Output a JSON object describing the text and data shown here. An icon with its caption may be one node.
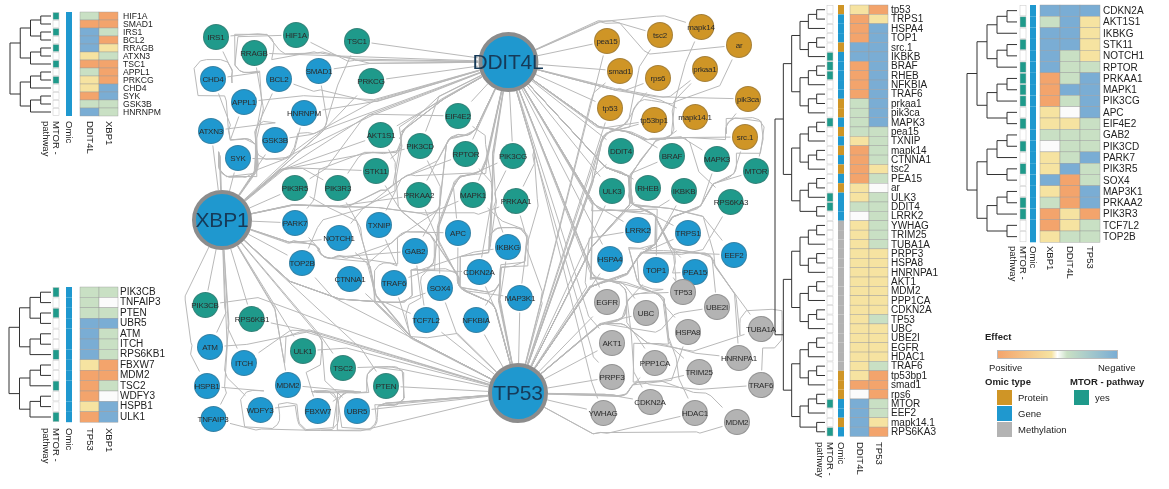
{
  "diagram": {
    "nodes": [
      {
        "text": [
          "IRS1"
        ]
      },
      {
        "text": [
          "HIF1A"
        ]
      },
      {
        "text": [
          "TSC1"
        ]
      },
      {
        "text": [
          "RRAGB"
        ]
      },
      {
        "text": [
          "CHD4"
        ]
      },
      {
        "text": [
          "BCL2"
        ]
      },
      {
        "text": [
          "SMAD1"
        ]
      },
      {
        "text": [
          "PRKCG"
        ]
      },
      {
        "text": [
          "APPL1"
        ]
      },
      {
        "text": [
          "HNRNPM"
        ]
      },
      {
        "text": [
          "ATXN3"
        ]
      },
      {
        "text": [
          "GSK3B"
        ]
      },
      {
        "text": [
          "SYK"
        ]
      },
      {
        "text": [
          "XBP1"
        ]
      },
      {
        "text": [
          "AKT1S1"
        ]
      },
      {
        "text": [
          "EIF4E2"
        ]
      },
      {
        "text": [
          "PIK3CD"
        ]
      },
      {
        "text": [
          "RPTOR"
        ]
      },
      {
        "text": [
          "PIK3CG"
        ]
      },
      {
        "text": [
          "STK11"
        ]
      },
      {
        "text": [
          "PIK3R5"
        ]
      },
      {
        "text": [
          "PIK3R3"
        ]
      },
      {
        "text": [
          "PRKAA2"
        ]
      },
      {
        "text": [
          "MAPK1"
        ]
      },
      {
        "text": [
          "PRKAA1"
        ]
      },
      {
        "text": [
          "PARK7"
        ]
      },
      {
        "text": [
          "NOTCH1"
        ]
      },
      {
        "text": [
          "TXNIP"
        ]
      },
      {
        "text": [
          "APC"
        ]
      },
      {
        "text": [
          "IKBKG"
        ]
      },
      {
        "text": [
          "GAB2"
        ]
      },
      {
        "text": [
          "TOP2B"
        ]
      },
      {
        "text": [
          "CTNNA1"
        ]
      },
      {
        "text": [
          "TRAF6"
        ]
      },
      {
        "text": [
          "SOX4"
        ]
      },
      {
        "text": [
          "CDKN2A"
        ]
      },
      {
        "text": [
          "TCF7L2"
        ]
      },
      {
        "text": [
          "NFKBIA"
        ]
      },
      {
        "text": [
          "MAP3K1"
        ]
      },
      {
        "text": [
          "PIK3CB"
        ]
      },
      {
        "text": [
          "RPS6KB1"
        ]
      },
      {
        "text": [
          "ATM"
        ]
      },
      {
        "text": [
          "ITCH"
        ]
      },
      {
        "text": [
          "ULK1"
        ]
      },
      {
        "text": [
          "TSC2"
        ]
      },
      {
        "text": [
          "HSPB1"
        ]
      },
      {
        "text": [
          "MDM2"
        ]
      },
      {
        "text": [
          "PTEN"
        ]
      },
      {
        "text": [
          "TNFAIP3"
        ]
      },
      {
        "text": [
          "WDFY3"
        ]
      },
      {
        "text": [
          "FBXW7"
        ]
      },
      {
        "text": [
          "UBR5"
        ]
      },
      {
        "text": [
          "DDIT4L"
        ]
      },
      {
        "text": [
          "TP53"
        ]
      },
      {
        "text": [
          "pea15"
        ]
      },
      {
        "text": [
          "tsc2"
        ]
      },
      {
        "text": [
          "mapk14"
        ]
      },
      {
        "text": [
          "ar"
        ]
      },
      {
        "text": [
          "smad1"
        ]
      },
      {
        "text": [
          "rps6"
        ]
      },
      {
        "text": [
          "prkaa1"
        ]
      },
      {
        "text": [
          "pik3ca"
        ]
      },
      {
        "text": [
          "tp53"
        ]
      },
      {
        "text": [
          "tp53bp1"
        ]
      },
      {
        "text": [
          "mapk14.1"
        ]
      },
      {
        "text": [
          "src.1"
        ]
      },
      {
        "text": [
          "DDIT4"
        ]
      },
      {
        "text": [
          "BRAF"
        ]
      },
      {
        "text": [
          "MAPK3"
        ]
      },
      {
        "text": [
          "MTOR"
        ]
      },
      {
        "text": [
          "ULK3"
        ]
      },
      {
        "text": [
          "RHEB"
        ]
      },
      {
        "text": [
          "IKBKB"
        ]
      },
      {
        "text": [
          "RPS6KA3"
        ]
      },
      {
        "text": [
          "LRRK2"
        ]
      },
      {
        "text": [
          "TRPS1"
        ]
      },
      {
        "text": [
          "EEF2"
        ]
      },
      {
        "text": [
          "HSPA4"
        ]
      },
      {
        "text": [
          "TOP1"
        ]
      },
      {
        "text": [
          "PEA15"
        ]
      },
      {
        "text": [
          "TP53"
        ]
      },
      {
        "text": [
          "UBE2I"
        ]
      },
      {
        "text": [
          "EGFR"
        ]
      },
      {
        "text": [
          "UBC"
        ]
      },
      {
        "text": [
          "TUBA1A"
        ]
      },
      {
        "text": [
          "HSPA8"
        ]
      },
      {
        "text": [
          "AKT1"
        ]
      },
      {
        "text": [
          "HNRNPA1"
        ]
      },
      {
        "text": [
          "PPP1CA"
        ]
      },
      {
        "text": [
          "TRIM25"
        ]
      },
      {
        "text": [
          "PRPF3"
        ]
      },
      {
        "text": [
          "TRAF6"
        ]
      },
      {
        "text": [
          "CDKN2A"
        ]
      },
      {
        "text": [
          "YWHAG"
        ]
      },
      {
        "text": [
          "HDAC1"
        ]
      },
      {
        "text": [
          "MDM2"
        ]
      }
    ],
    "edges": [
      {
        "from": 13,
        "to": 0,
        "arrow": "none"
      },
      {
        "from": 52,
        "to": 0,
        "arrow": "none"
      },
      {
        "from": 13,
        "to": 1,
        "arrow": "none"
      },
      {
        "from": 52,
        "to": 1,
        "arrow": "none"
      },
      {
        "from": 13,
        "to": 2,
        "arrow": "none"
      },
      {
        "from": 52,
        "to": 2,
        "arrow": "none"
      },
      {
        "from": 13,
        "to": 3,
        "arrow": "none"
      },
      {
        "from": 52,
        "to": 3,
        "arrow": "none"
      },
      {
        "from": 13,
        "to": 4,
        "arrow": "none"
      },
      {
        "from": 52,
        "to": 4,
        "arrow": "none"
      },
      {
        "from": 13,
        "to": 5,
        "arrow": "none"
      },
      {
        "from": 52,
        "to": 5,
        "arrow": "none"
      },
      {
        "from": 13,
        "to": 6,
        "arrow": "none"
      },
      {
        "from": 52,
        "to": 6,
        "arrow": "none"
      },
      {
        "from": 13,
        "to": 7,
        "arrow": "none"
      },
      {
        "from": 52,
        "to": 7,
        "arrow": "none"
      },
      {
        "from": 13,
        "to": 8,
        "arrow": "none"
      },
      {
        "from": 52,
        "to": 8,
        "arrow": "none"
      },
      {
        "from": 13,
        "to": 9,
        "arrow": "none"
      },
      {
        "from": 52,
        "to": 9,
        "arrow": "none"
      },
      {
        "from": 13,
        "to": 10,
        "arrow": "none"
      },
      {
        "from": 52,
        "to": 10,
        "arrow": "none"
      },
      {
        "from": 13,
        "to": 11,
        "arrow": "none"
      },
      {
        "from": 52,
        "to": 11,
        "arrow": "none"
      },
      {
        "from": 13,
        "to": 12,
        "arrow": "none"
      },
      {
        "from": 52,
        "to": 12,
        "arrow": "none"
      },
      {
        "from": 13,
        "to": 14,
        "arrow": "none"
      },
      {
        "from": 52,
        "to": 14,
        "arrow": "none"
      },
      {
        "from": 53,
        "to": 14,
        "arrow": "none"
      },
      {
        "from": 13,
        "to": 15,
        "arrow": "none"
      },
      {
        "from": 52,
        "to": 15,
        "arrow": "none"
      },
      {
        "from": 53,
        "to": 15,
        "arrow": "none"
      },
      {
        "from": 13,
        "to": 16,
        "arrow": "none"
      },
      {
        "from": 52,
        "to": 16,
        "arrow": "none"
      },
      {
        "from": 53,
        "to": 16,
        "arrow": "none"
      },
      {
        "from": 13,
        "to": 17,
        "arrow": "none"
      },
      {
        "from": 52,
        "to": 17,
        "arrow": "none"
      },
      {
        "from": 53,
        "to": 17,
        "arrow": "none"
      },
      {
        "from": 13,
        "to": 18,
        "arrow": "none"
      },
      {
        "from": 52,
        "to": 18,
        "arrow": "none"
      },
      {
        "from": 53,
        "to": 18,
        "arrow": "none"
      },
      {
        "from": 13,
        "to": 19,
        "arrow": "none"
      },
      {
        "from": 52,
        "to": 19,
        "arrow": "none"
      },
      {
        "from": 53,
        "to": 19,
        "arrow": "none"
      },
      {
        "from": 13,
        "to": 20,
        "arrow": "none"
      },
      {
        "from": 52,
        "to": 20,
        "arrow": "none"
      },
      {
        "from": 53,
        "to": 20,
        "arrow": "none"
      },
      {
        "from": 13,
        "to": 21,
        "arrow": "none"
      },
      {
        "from": 52,
        "to": 21,
        "arrow": "none"
      },
      {
        "from": 53,
        "to": 21,
        "arrow": "none"
      },
      {
        "from": 13,
        "to": 22,
        "arrow": "none"
      },
      {
        "from": 52,
        "to": 22,
        "arrow": "none"
      },
      {
        "from": 53,
        "to": 22,
        "arrow": "none"
      },
      {
        "from": 13,
        "to": 23,
        "arrow": "none"
      },
      {
        "from": 52,
        "to": 23,
        "arrow": "none"
      },
      {
        "from": 53,
        "to": 23,
        "arrow": "none"
      },
      {
        "from": 13,
        "to": 24,
        "arrow": "none"
      },
      {
        "from": 52,
        "to": 24,
        "arrow": "none"
      },
      {
        "from": 53,
        "to": 24,
        "arrow": "none"
      },
      {
        "from": 13,
        "to": 25,
        "arrow": "none"
      },
      {
        "from": 52,
        "to": 25,
        "arrow": "none"
      },
      {
        "from": 53,
        "to": 25,
        "arrow": "none"
      },
      {
        "from": 13,
        "to": 26,
        "arrow": "none"
      },
      {
        "from": 52,
        "to": 26,
        "arrow": "none"
      },
      {
        "from": 53,
        "to": 26,
        "arrow": "none"
      },
      {
        "from": 52,
        "to": 27,
        "arrow": "none"
      },
      {
        "from": 53,
        "to": 27,
        "arrow": "none"
      },
      {
        "from": 13,
        "to": 28,
        "arrow": "none"
      },
      {
        "from": 52,
        "to": 28,
        "arrow": "none"
      },
      {
        "from": 53,
        "to": 28,
        "arrow": "none"
      },
      {
        "from": 13,
        "to": 29,
        "arrow": "none"
      },
      {
        "from": 52,
        "to": 29,
        "arrow": "none"
      },
      {
        "from": 53,
        "to": 29,
        "arrow": "none"
      },
      {
        "from": 13,
        "to": 30,
        "arrow": "none"
      },
      {
        "from": 52,
        "to": 30,
        "arrow": "none"
      },
      {
        "from": 53,
        "to": 30,
        "arrow": "none"
      },
      {
        "from": 13,
        "to": 31,
        "arrow": "none"
      },
      {
        "from": 52,
        "to": 31,
        "arrow": "none"
      },
      {
        "from": 53,
        "to": 31,
        "arrow": "none"
      },
      {
        "from": 52,
        "to": 32,
        "arrow": "none"
      },
      {
        "from": 53,
        "to": 32,
        "arrow": "none"
      },
      {
        "from": 52,
        "to": 33,
        "arrow": "none"
      },
      {
        "from": 53,
        "to": 33,
        "arrow": "none"
      },
      {
        "from": 13,
        "to": 34,
        "arrow": "none"
      },
      {
        "from": 52,
        "to": 34,
        "arrow": "none"
      },
      {
        "from": 53,
        "to": 34,
        "arrow": "none"
      },
      {
        "from": 13,
        "to": 35,
        "arrow": "none"
      },
      {
        "from": 52,
        "to": 35,
        "arrow": "none"
      },
      {
        "from": 53,
        "to": 35,
        "arrow": "none"
      },
      {
        "from": 13,
        "to": 36,
        "arrow": "none"
      },
      {
        "from": 52,
        "to": 36,
        "arrow": "none"
      },
      {
        "from": 53,
        "to": 36,
        "arrow": "none"
      },
      {
        "from": 52,
        "to": 37,
        "arrow": "none"
      },
      {
        "from": 53,
        "to": 37,
        "arrow": "none"
      },
      {
        "from": 13,
        "to": 38,
        "arrow": "none"
      },
      {
        "from": 52,
        "to": 38,
        "arrow": "none"
      },
      {
        "from": 53,
        "to": 38,
        "arrow": "none"
      },
      {
        "from": 13,
        "to": 39,
        "arrow": "none"
      },
      {
        "from": 53,
        "to": 39,
        "arrow": "none"
      },
      {
        "from": 13,
        "to": 40,
        "arrow": "none"
      },
      {
        "from": 53,
        "to": 40,
        "arrow": "none"
      },
      {
        "from": 13,
        "to": 41,
        "arrow": "none"
      },
      {
        "from": 53,
        "to": 41,
        "arrow": "none"
      },
      {
        "from": 13,
        "to": 42,
        "arrow": "none"
      },
      {
        "from": 53,
        "to": 42,
        "arrow": "none"
      },
      {
        "from": 13,
        "to": 43,
        "arrow": "none"
      },
      {
        "from": 53,
        "to": 43,
        "arrow": "none"
      },
      {
        "from": 13,
        "to": 44,
        "arrow": "none"
      },
      {
        "from": 53,
        "to": 44,
        "arrow": "none"
      },
      {
        "from": 13,
        "to": 45,
        "arrow": "none"
      },
      {
        "from": 53,
        "to": 45,
        "arrow": "none"
      },
      {
        "from": 13,
        "to": 46,
        "arrow": "none"
      },
      {
        "from": 53,
        "to": 46,
        "arrow": "none"
      },
      {
        "from": 13,
        "to": 47,
        "arrow": "none"
      },
      {
        "from": 53,
        "to": 47,
        "arrow": "none"
      },
      {
        "from": 13,
        "to": 48,
        "arrow": "none"
      },
      {
        "from": 53,
        "to": 48,
        "arrow": "none"
      },
      {
        "from": 13,
        "to": 49,
        "arrow": "none"
      },
      {
        "from": 53,
        "to": 49,
        "arrow": "none"
      },
      {
        "from": 13,
        "to": 50,
        "arrow": "none"
      },
      {
        "from": 53,
        "to": 50,
        "arrow": "none"
      },
      {
        "from": 13,
        "to": 51,
        "arrow": "none"
      },
      {
        "from": 53,
        "to": 51,
        "arrow": "none"
      },
      {
        "from": 52,
        "to": 54,
        "arrow": "none"
      },
      {
        "from": 53,
        "to": 54,
        "arrow": "none"
      },
      {
        "from": 52,
        "to": 55,
        "arrow": "none"
      },
      {
        "from": 53,
        "to": 55,
        "arrow": "none"
      },
      {
        "from": 52,
        "to": 56,
        "arrow": "none"
      },
      {
        "from": 53,
        "to": 56,
        "arrow": "none"
      },
      {
        "from": 52,
        "to": 57,
        "arrow": "none"
      },
      {
        "from": 53,
        "to": 57,
        "arrow": "none"
      },
      {
        "from": 52,
        "to": 58,
        "arrow": "none"
      },
      {
        "from": 53,
        "to": 58,
        "arrow": "none"
      },
      {
        "from": 52,
        "to": 59,
        "arrow": "none"
      },
      {
        "from": 53,
        "to": 59,
        "arrow": "none"
      },
      {
        "from": 52,
        "to": 60,
        "arrow": "none"
      },
      {
        "from": 53,
        "to": 60,
        "arrow": "none"
      },
      {
        "from": 52,
        "to": 61,
        "arrow": "none"
      },
      {
        "from": 53,
        "to": 61,
        "arrow": "none"
      },
      {
        "from": 52,
        "to": 62,
        "arrow": "none"
      },
      {
        "from": 53,
        "to": 62,
        "arrow": "none"
      },
      {
        "from": 52,
        "to": 63,
        "arrow": "none"
      },
      {
        "from": 53,
        "to": 63,
        "arrow": "none"
      },
      {
        "from": 52,
        "to": 64,
        "arrow": "none"
      },
      {
        "from": 53,
        "to": 64,
        "arrow": "none"
      },
      {
        "from": 52,
        "to": 65,
        "arrow": "none"
      },
      {
        "from": 53,
        "to": 65,
        "arrow": "none"
      },
      {
        "from": 52,
        "to": 66,
        "arrow": "none"
      },
      {
        "from": 53,
        "to": 66,
        "arrow": "none"
      },
      {
        "from": 52,
        "to": 67,
        "arrow": "none"
      },
      {
        "from": 53,
        "to": 67,
        "arrow": "none"
      },
      {
        "from": 52,
        "to": 68,
        "arrow": "none"
      },
      {
        "from": 53,
        "to": 68,
        "arrow": "none"
      },
      {
        "from": 52,
        "to": 69,
        "arrow": "none"
      },
      {
        "from": 53,
        "to": 69,
        "arrow": "none"
      },
      {
        "from": 52,
        "to": 70,
        "arrow": "none"
      },
      {
        "from": 53,
        "to": 70,
        "arrow": "none"
      },
      {
        "from": 52,
        "to": 71,
        "arrow": "none"
      },
      {
        "from": 53,
        "to": 71,
        "arrow": "none"
      },
      {
        "from": 52,
        "to": 72,
        "arrow": "none"
      },
      {
        "from": 53,
        "to": 72,
        "arrow": "none"
      },
      {
        "from": 52,
        "to": 73,
        "arrow": "none"
      },
      {
        "from": 53,
        "to": 73,
        "arrow": "none"
      },
      {
        "from": 52,
        "to": 74,
        "arrow": "none"
      },
      {
        "from": 53,
        "to": 74,
        "arrow": "none"
      },
      {
        "from": 52,
        "to": 75,
        "arrow": "none"
      },
      {
        "from": 53,
        "to": 75,
        "arrow": "none"
      },
      {
        "from": 52,
        "to": 76,
        "arrow": "none"
      },
      {
        "from": 53,
        "to": 76,
        "arrow": "none"
      },
      {
        "from": 52,
        "to": 77,
        "arrow": "none"
      },
      {
        "from": 53,
        "to": 77,
        "arrow": "none"
      },
      {
        "from": 52,
        "to": 78,
        "arrow": "none"
      },
      {
        "from": 53,
        "to": 78,
        "arrow": "none"
      },
      {
        "from": 52,
        "to": 79,
        "arrow": "none"
      },
      {
        "from": 53,
        "to": 79,
        "arrow": "none"
      },
      {
        "from": 52,
        "to": 80,
        "arrow": "none"
      },
      {
        "from": 53,
        "to": 80,
        "arrow": "none"
      },
      {
        "from": 52,
        "to": 81,
        "arrow": "none"
      },
      {
        "from": 53,
        "to": 81,
        "arrow": "none"
      },
      {
        "from": 52,
        "to": 82,
        "arrow": "none"
      },
      {
        "from": 53,
        "to": 82,
        "arrow": "none"
      },
      {
        "from": 52,
        "to": 83,
        "arrow": "none"
      },
      {
        "from": 53,
        "to": 83,
        "arrow": "none"
      },
      {
        "from": 52,
        "to": 84,
        "arrow": "none"
      },
      {
        "from": 53,
        "to": 84,
        "arrow": "none"
      },
      {
        "from": 52,
        "to": 85,
        "arrow": "none"
      },
      {
        "from": 53,
        "to": 85,
        "arrow": "none"
      },
      {
        "from": 52,
        "to": 86,
        "arrow": "none"
      },
      {
        "from": 53,
        "to": 86,
        "arrow": "none"
      },
      {
        "from": 52,
        "to": 87,
        "arrow": "none"
      },
      {
        "from": 53,
        "to": 87,
        "arrow": "none"
      },
      {
        "from": 52,
        "to": 88,
        "arrow": "none"
      },
      {
        "from": 53,
        "to": 88,
        "arrow": "none"
      },
      {
        "from": 52,
        "to": 89,
        "arrow": "none"
      },
      {
        "from": 53,
        "to": 89,
        "arrow": "none"
      },
      {
        "from": 52,
        "to": 90,
        "arrow": "none"
      },
      {
        "from": 53,
        "to": 90,
        "arrow": "none"
      },
      {
        "from": 52,
        "to": 91,
        "arrow": "none"
      },
      {
        "from": 53,
        "to": 91,
        "arrow": "none"
      },
      {
        "from": 52,
        "to": 92,
        "arrow": "none"
      },
      {
        "from": 53,
        "to": 92,
        "arrow": "none"
      },
      {
        "from": 52,
        "to": 93,
        "arrow": "none"
      },
      {
        "from": 53,
        "to": 93,
        "arrow": "none"
      },
      {
        "from": 52,
        "to": 94,
        "arrow": "none"
      },
      {
        "from": 53,
        "to": 94,
        "arrow": "none"
      },
      {
        "from": 52,
        "to": 95,
        "arrow": "none"
      },
      {
        "from": 53,
        "to": 95,
        "arrow": "none"
      }
    ],
    "labels": [
      "HIF1A",
      "SMAD1",
      "IRS1",
      "BCL2",
      "RRAGB",
      "ATXN3",
      "TSC1",
      "APPL1",
      "PRKCG",
      "CHD4",
      "SYK",
      "GSK3B",
      "HNRNPM",
      "MTOR - pathway",
      "Omic",
      "DDIT4L",
      "XBP1",
      "PIK3CB",
      "TNFAIP3",
      "PTEN",
      "UBR5",
      "ATM",
      "ITCH",
      "RPS6KB1",
      "FBXW7",
      "MDM2",
      "TSC2",
      "WDFY3",
      "HSPB1",
      "ULK1",
      "MTOR - pathway",
      "Omic",
      "TP53",
      "XBP1",
      "tp53",
      "TRPS1",
      "HSPA4",
      "TOP1",
      "src.1",
      "IKBKB",
      "BRAF",
      "RHEB",
      "NFKBIA",
      "TRAF6",
      "prkaa1",
      "pik3ca",
      "MAPK3",
      "pea15",
      "TXNIP",
      "mapk14",
      "CTNNA1",
      "tsc2",
      "PEA15",
      "ar",
      "ULK3",
      "DDIT4",
      "LRRK2",
      "YWHAG",
      "TRIM25",
      "TUBA1A",
      "PRPF3",
      "HSPA8",
      "HNRNPA1",
      "AKT1",
      "MDM2",
      "PPP1CA",
      "CDKN2A",
      "TP53",
      "UBC",
      "UBE2I",
      "EGFR",
      "HDAC1",
      "TRAF6",
      "tp53bp1",
      "smad1",
      "rps6",
      "MTOR",
      "EEF2",
      "mapk14.1",
      "RPS6KA3",
      "MTOR - pathway",
      "Omic",
      "DDIT4L",
      "TP53",
      "CDKN2A",
      "AKT1S1",
      "IKBKG",
      "STK11",
      "NOTCH1",
      "RPTOR",
      "PRKAA1",
      "MAPK1",
      "PIK3CG",
      "APC",
      "EIF4E2",
      "GAB2",
      "PIK3CD",
      "PARK7",
      "PIK3R5",
      "SOX4",
      "MAP3K1",
      "PRKAA2",
      "PIK3R3",
      "TCF7L2",
      "TOP2B",
      "MTOR - pathway",
      "Omic",
      "XBP1",
      "DDIT4L",
      "TP53",
      "Effect",
      "Positive",
      "Negative",
      "Omic type",
      "MTOR - pathway"
    ],
    "legend": [
      {
        "text": "Protein",
        "color": "#cf9526"
      },
      {
        "text": "Gene",
        "color": "#1f98cf"
      },
      {
        "text": "Methylation",
        "color": "#b3b3b3"
      },
      {
        "text": "yes",
        "color": "#1f9a8b"
      }
    ]
  }
}
